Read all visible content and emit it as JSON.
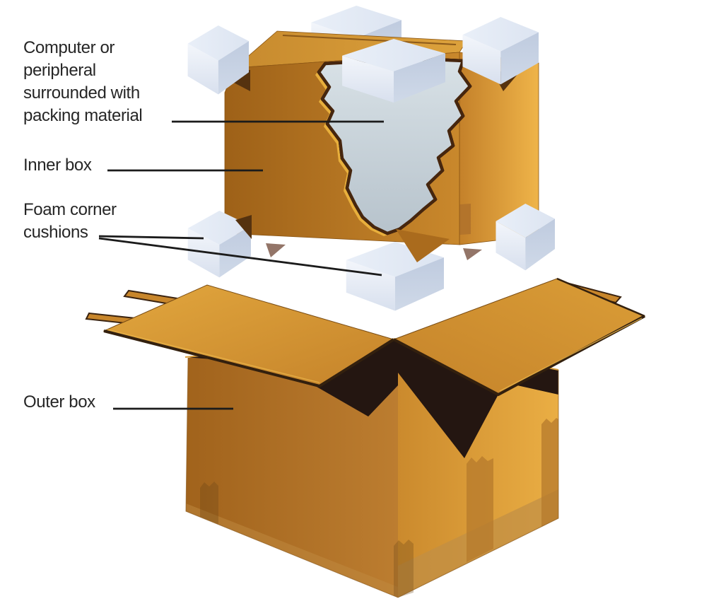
{
  "figure": {
    "type": "exploded-packing-diagram",
    "description_labels": {
      "packing_material": {
        "lines": [
          "Computer or",
          "peripheral",
          "surrounded with",
          "packing material"
        ]
      },
      "inner_box": {
        "lines": [
          "Inner box"
        ]
      },
      "foam_cushions": {
        "lines": [
          "Foam corner",
          "cushions"
        ]
      },
      "outer_box": {
        "lines": [
          "Outer box"
        ]
      }
    },
    "colors": {
      "background": "#FFFFFF",
      "cardboard_front": "#B5741F",
      "cardboard_dark": "#9E6118",
      "cardboard_light": "#E8AC42",
      "cardboard_top": "#D2942F",
      "box_interior_dark": "#241611",
      "cutaway_outline": "#46260E",
      "cutaway_gold_rim": "#E8AF3C",
      "packing_material_fill": "#C6D1D8",
      "foam_top": "#E6ECF6",
      "foam_front": "#F2F5FA",
      "foam_side": "#C1CCDF",
      "corner_shadow_mauve": "#937568",
      "leader_line": "#1B1B1B",
      "label_text": "#262626"
    }
  }
}
